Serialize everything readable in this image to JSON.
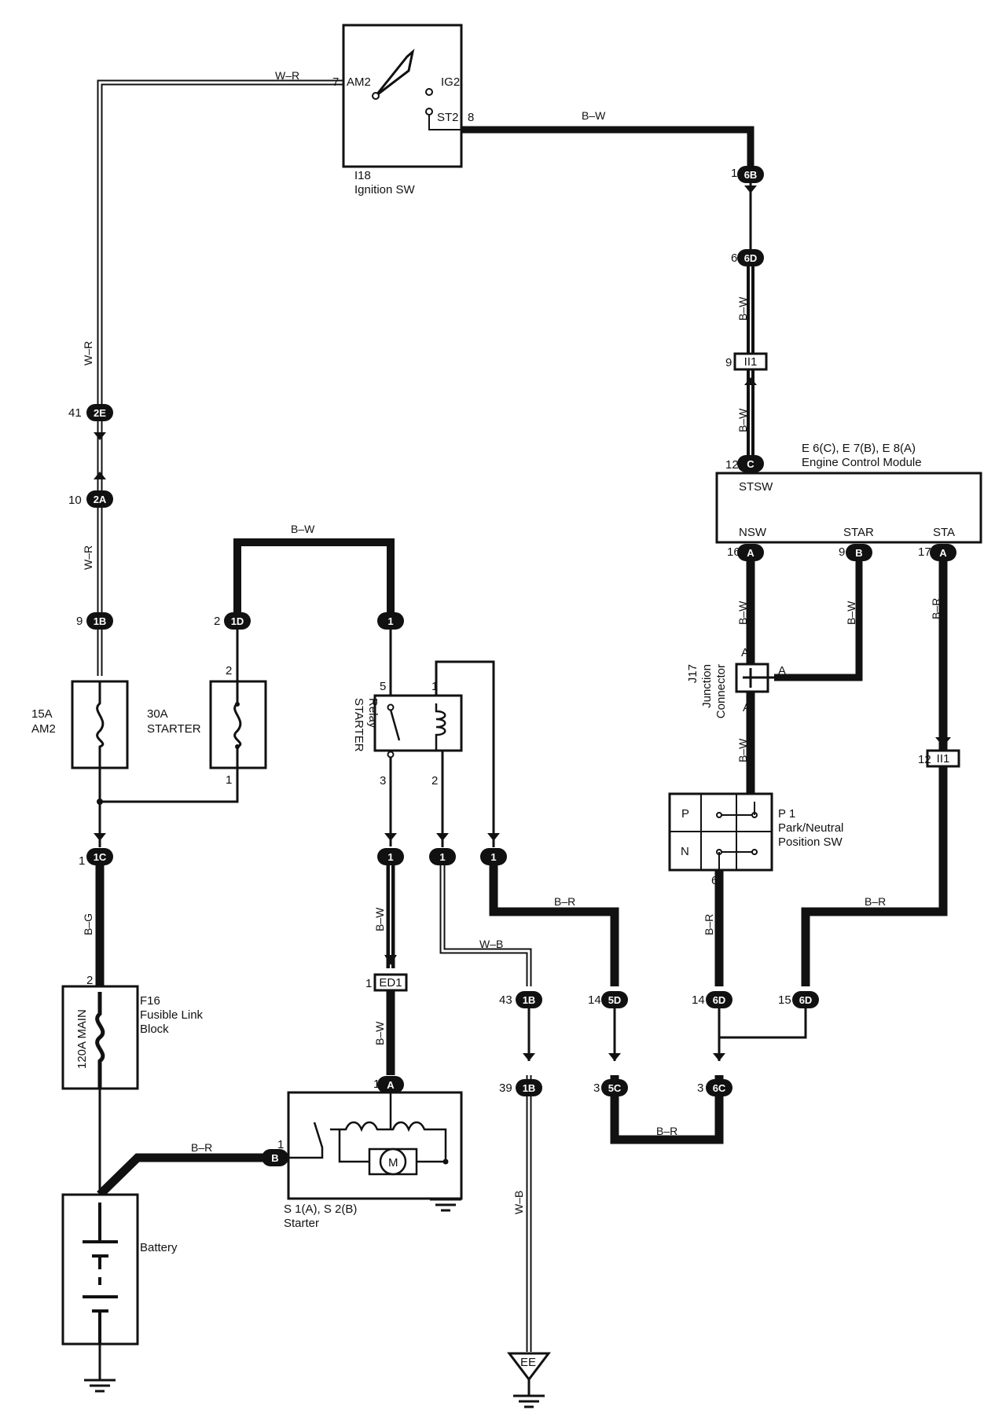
{
  "components": {
    "ignition_sw": {
      "id": "I18",
      "name": "Ignition SW",
      "pin_am2": "AM2",
      "pin_ig2": "IG2",
      "pin_st2": "ST2",
      "pin_num_am2": "7",
      "pin_num_st2": "8"
    },
    "ecm": {
      "id": "E 6(C), E 7(B), E 8(A)",
      "name": "Engine Control Module",
      "pins": {
        "stsw": "STSW",
        "nsw": "NSW",
        "star": "STAR",
        "sta": "STA"
      }
    },
    "fuse_am2": {
      "rating": "15A",
      "name": "AM2"
    },
    "fuse_starter": {
      "rating": "30A",
      "name": "STARTER"
    },
    "starter_relay": {
      "line1": "STARTER",
      "line2": "Relay"
    },
    "junction_connector": {
      "id": "J17",
      "line1": "Junction",
      "line2": "Connector"
    },
    "pn_switch": {
      "id": "P 1",
      "line1": "Park/Neutral",
      "line2": "Position SW",
      "p": "P",
      "n": "N"
    },
    "fusible_link": {
      "id": "F16",
      "line1": "Fusible Link",
      "line2": "Block",
      "inner": "120A MAIN"
    },
    "starter": {
      "id": "S 1(A), S 2(B)",
      "name": "Starter",
      "motor": "M"
    },
    "battery": {
      "name": "Battery"
    },
    "ground_ee": "EE"
  },
  "connectors": [
    "6B",
    "6D",
    "II1",
    "C",
    "2E",
    "2A",
    "1B",
    "1D",
    "1",
    "1C",
    "ED1",
    "A",
    "B",
    "5D",
    "6D",
    "5C",
    "6C"
  ],
  "wire_colors": {
    "w_r": "W–R",
    "b_w": "B–W",
    "b_r": "B–R",
    "b_g": "B–G",
    "w_b": "W–B"
  },
  "pin_labels": [
    "1",
    "2",
    "3",
    "5",
    "6",
    "7",
    "8",
    "9",
    "10",
    "12",
    "14",
    "15",
    "16",
    "17",
    "39",
    "41",
    "43"
  ]
}
